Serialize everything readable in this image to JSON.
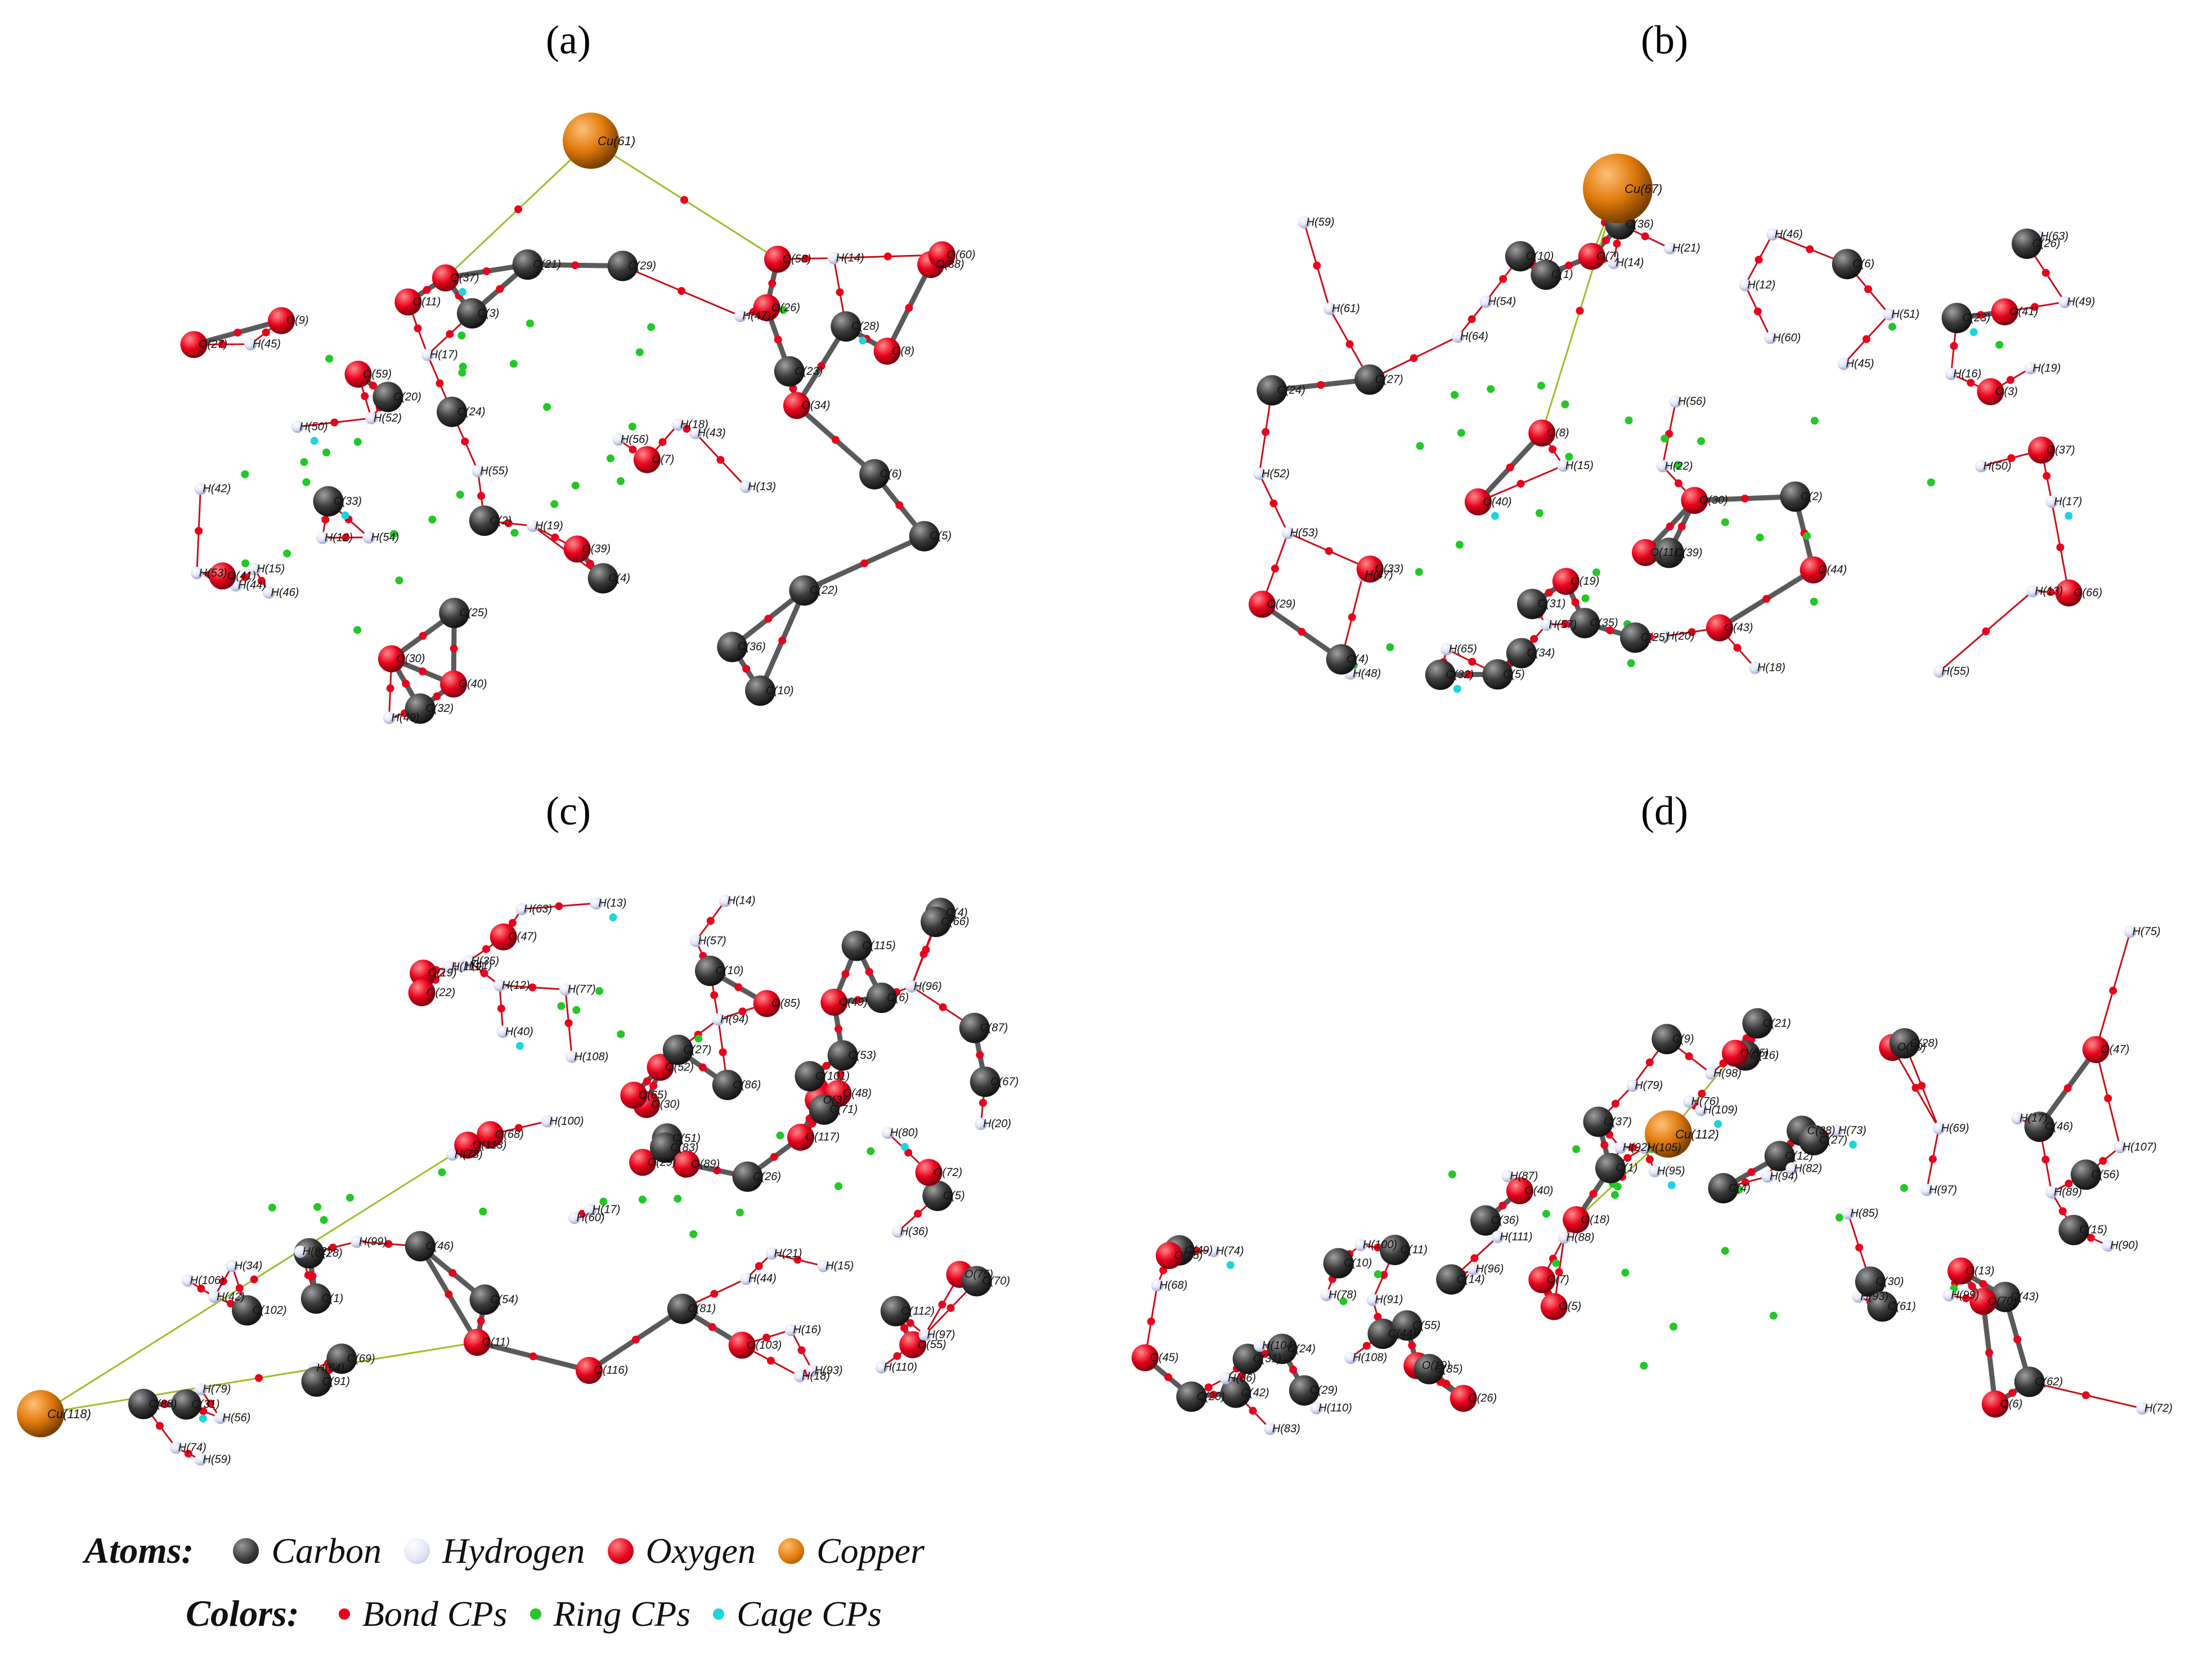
{
  "panels": [
    {
      "id": "a",
      "label": "(a)",
      "cu": "Cu(61)",
      "labels": [
        "O(59)",
        "O(37)",
        "C(36)",
        "H(44)",
        "H(45)",
        "C(23)",
        "C(24)",
        "O(39)",
        "H(55)",
        "H(43)",
        "H(46)",
        "O(58)",
        "O(11)",
        "C(29)",
        "O(40)",
        "C(22)",
        "O(38)",
        "C(25)",
        "O(27)",
        "C(28)",
        "O(30)",
        "C(10)",
        "H(47)",
        "H(19)",
        "H(56)",
        "H(54)",
        "C(21)",
        "O(26)",
        "H(53)",
        "C(2)",
        "H(49)",
        "O(9)",
        "H(42)",
        "C(20)",
        "H(13)",
        "C(33)",
        "H(12)",
        "C(3)",
        "O(41)",
        "O(60)",
        "H(52)",
        "O(34)",
        "C(32)",
        "C(4)",
        "H(14)",
        "H(18)",
        "H(50)",
        "C(6)",
        "C(5)",
        "O(8)",
        "O(7)",
        "H(15)",
        "H(17)"
      ]
    },
    {
      "id": "b",
      "label": "(b)",
      "cu": "Cu(67)",
      "labels": [
        "H(65)",
        "O(44)",
        "H(45)",
        "C(23)",
        "H(64)",
        "H(17)",
        "O(37)",
        "H(46)",
        "H(47)",
        "C(24)",
        "O(43)",
        "H(16)",
        "O(7)",
        "H(57)",
        "H(63)",
        "H(15)",
        "C(5)",
        "H(56)",
        "C(36)",
        "O(29)",
        "C(25)",
        "H(55)",
        "H(12)",
        "H(18)",
        "H(13)",
        "C(6)",
        "C(1)",
        "H(52)",
        "C(35)",
        "O(41)",
        "C(26)",
        "H(48)",
        "O(3)",
        "O(8)",
        "C(2)",
        "C(31)",
        "O(30)",
        "C(27)",
        "H(14)",
        "C(4)",
        "O(66)",
        "H(53)",
        "C(34)",
        "C(32)",
        "H(51)",
        "H(49)",
        "O(11)",
        "H(50)",
        "H(54)",
        "O(33)",
        "O(19)",
        "H(20)",
        "H(19)",
        "C(10)",
        "H(22)",
        "H(60)",
        "C(39)",
        "H(21)",
        "H(59)",
        "O(40)",
        "H(61)"
      ]
    },
    {
      "id": "c",
      "label": "(c)",
      "cu": "Cu(118)",
      "labels": [
        "H(14)",
        "H(15)",
        "O(3)",
        "O(11)",
        "H(21)",
        "C(4)",
        "H(13)",
        "C(5)",
        "O(19)",
        "C(10)",
        "H(17)",
        "H(18)",
        "C(6)",
        "H(16)",
        "H(20)",
        "C(1)",
        "H(12)",
        "H(77)",
        "O(75)",
        "H(56)",
        "H(35)",
        "O(49)",
        "C(26)",
        "H(57)",
        "O(103)",
        "H(80)",
        "H(36)",
        "H(59)",
        "O(55)",
        "C(101)",
        "C(70)",
        "C(69)",
        "O(48)",
        "O(47)",
        "H(78)",
        "O(68)",
        "O(52)",
        "C(27)",
        "O(30)",
        "C(54)",
        "H(42)",
        "H(74)",
        "C(71)",
        "C(28)",
        "H(34)",
        "C(102)",
        "H(106)",
        "C(66)",
        "C(67)",
        "O(72)",
        "O(29)",
        "C(51)",
        "C(46)",
        "H(63)",
        "H(108)",
        "O(65)",
        "H(79)",
        "H(60)",
        "C(53)",
        "C(31)",
        "H(40)",
        "H(93)",
        "H(100)",
        "C(112)",
        "O(113)",
        "H(44)",
        "O(22)",
        "H(64)",
        "H(41)",
        "H(99)",
        "C(83)",
        "H(94)",
        "O(85)",
        "H(96)",
        "O(117)",
        "H(92)",
        "C(91)",
        "C(87)",
        "C(86)",
        "C(115)",
        "C(81)",
        "O(89)",
        "C(88)",
        "H(110)",
        "O(116)",
        "H(97)",
        "H(111)"
      ]
    },
    {
      "id": "d",
      "label": "(d)",
      "cu": "Cu(112)",
      "labels": [
        "O(45)",
        "H(94)",
        "C(44)",
        "C(43)",
        "H(92)",
        "C(42)",
        "H(93)",
        "H(96)",
        "O(47)",
        "H(98)",
        "H(78)",
        "H(99)",
        "H(88)",
        "C(49)",
        "C(38)",
        "O(19)",
        "C(46)",
        "H(95)",
        "H(83)",
        "O(50)",
        "H(87)",
        "H(75)",
        "C(16)",
        "H(100)",
        "O(70)",
        "C(37)",
        "H(74)",
        "H(73)",
        "C(14)",
        "C(15)",
        "H(76)",
        "C(29)",
        "H(97)",
        "O(7)",
        "H(68)",
        "C(12)",
        "C(11)",
        "H(17)",
        "H(79)",
        "C(31)",
        "C(30)",
        "C(36)",
        "H(90)",
        "C(4)",
        "C(10)",
        "O(13)",
        "O(18)",
        "C(20)",
        "C(27)",
        "C(35)",
        "H(89)",
        "C(9)",
        "C(24)",
        "C(28)",
        "O(40)",
        "H(72)",
        "C(21)",
        "H(91)",
        "O(6)",
        "C(1)",
        "H(66)",
        "H(85)",
        "O(26)",
        "C(56)",
        "H(109)",
        "H(110)",
        "H(69)",
        "O(5)",
        "O(25)",
        "H(82)",
        "C(55)",
        "C(62)",
        "H(105)",
        "H(104)",
        "C(61)",
        "H(111)",
        "H(107)",
        "O(65)",
        "H(108)"
      ]
    }
  ],
  "legend": {
    "atoms_title": "Atoms:",
    "atoms": [
      {
        "name": "Carbon",
        "color": "#3a3a3a"
      },
      {
        "name": "Hydrogen",
        "color": "#e4e6f7"
      },
      {
        "name": "Oxygen",
        "color": "#e8001c"
      },
      {
        "name": "Copper",
        "color": "#e07a0c"
      }
    ],
    "colors_title": "Colors:",
    "cps": [
      {
        "name": "Bond CPs",
        "color": "#e8001c"
      },
      {
        "name": "Ring CPs",
        "color": "#22c825"
      },
      {
        "name": "Cage CPs",
        "color": "#19d5e0"
      }
    ]
  },
  "colors": {
    "carbon": "#3a3a3a",
    "hydrogen": "#e4e6f7",
    "oxygen": "#e8001c",
    "copper": "#e07a0c",
    "bond_path": "#c8101a",
    "ring_cp": "#22c825",
    "cage_cp": "#19d5e0"
  }
}
